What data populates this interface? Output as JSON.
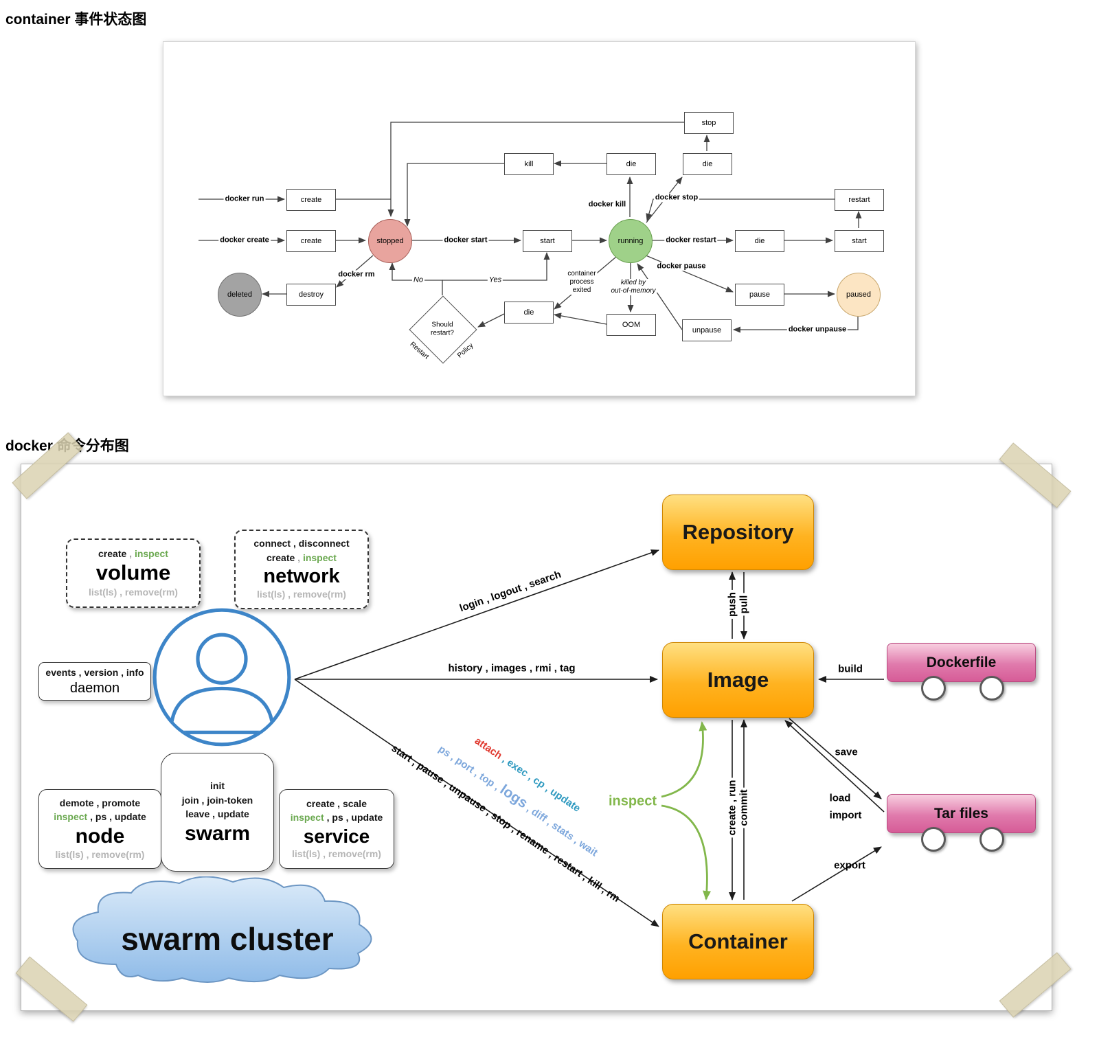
{
  "headings": {
    "state": "container 事件状态图",
    "commands": "docker 命令分布图"
  },
  "colors": {
    "stopped_fill": "#e8a49e",
    "running_fill": "#9fd189",
    "deleted_fill": "#a3a3a3",
    "paused_fill": "#fce5c3",
    "highlight_green": "#6aa84f",
    "muted_gray": "#b5b5b5",
    "attach_red": "#e0392f",
    "exec_blue": "#2f9ac0",
    "ps_blue": "#7da7dc",
    "inspect_green": "#82b74b",
    "node_orange": "#ffb321",
    "node_pink": "#d65c97",
    "cloud_blue": "#8fbbe8",
    "user_blue": "#3d85c8"
  },
  "state_diagram": {
    "boxes": [
      "stop",
      "kill",
      "die",
      "die",
      "create",
      "restart",
      "create",
      "start",
      "die",
      "start",
      "destroy",
      "pause",
      "die",
      "OOM",
      "unpause"
    ],
    "circles": [
      "stopped",
      "running",
      "deleted",
      "paused"
    ],
    "diamond": {
      "line1": "Should",
      "line2": "restart?"
    },
    "labels": {
      "docker_run": "docker run",
      "docker_create": "docker create",
      "docker_start": "docker start",
      "docker_kill": "docker kill",
      "docker_stop": "docker stop",
      "docker_restart": "docker restart",
      "docker_pause": "docker pause",
      "docker_rm": "docker rm",
      "docker_unpause": "docker unpause",
      "no": "No",
      "yes": "Yes",
      "pe1": "container",
      "pe2": "process",
      "pe3": "exited",
      "kb1": "killed by",
      "kb2": "out-of-memory",
      "restart_word": "Restart",
      "policy_word": "Policy"
    }
  },
  "command_diagram": {
    "volume": {
      "line1": {
        "a": "create",
        "sep": " , ",
        "b": "inspect"
      },
      "name": "volume",
      "admin": "list(ls) , remove(rm)"
    },
    "network": {
      "line1": "connect , disconnect",
      "line2": {
        "a": "create",
        "sep": " , ",
        "b": "inspect"
      },
      "name": "network",
      "admin": "list(ls) , remove(rm)"
    },
    "daemon": {
      "line1": "events , version , info",
      "name": "daemon"
    },
    "node": {
      "line1": "demote , promote",
      "line2": {
        "a": "inspect",
        "rest": " , ps , update"
      },
      "name": "node",
      "admin": "list(ls) , remove(rm)"
    },
    "swarm": {
      "line1": "init",
      "line2": "join , join-token",
      "line3": "leave , update",
      "name": "swarm"
    },
    "service": {
      "line1": "create , scale",
      "line2": {
        "a": "inspect",
        "rest": " , ps , update"
      },
      "name": "service",
      "admin": "list(ls) , remove(rm)"
    },
    "cloud": "swarm cluster",
    "nodes": {
      "repository": "Repository",
      "image": "Image",
      "container": "Container",
      "dockerfile": "Dockerfile",
      "tar_files": "Tar files"
    },
    "edges": {
      "login": "login , logout , search",
      "history": "history , images , rmi , tag",
      "attach": {
        "a": "attach",
        "rest": " , exec , cp , update"
      },
      "ps_line": {
        "a": "ps , port , top , ",
        "b": "logs",
        "c": " , diff , stats , wait"
      },
      "cmd_line": "start , pause , unpause , stop , rename , restart , kill , rm",
      "push": "push",
      "pull": "pull",
      "create_run": "create , run",
      "commit": "commit",
      "build": "build",
      "save": "save",
      "load": "load",
      "import": "import",
      "export": "export",
      "inspect": "inspect"
    }
  }
}
